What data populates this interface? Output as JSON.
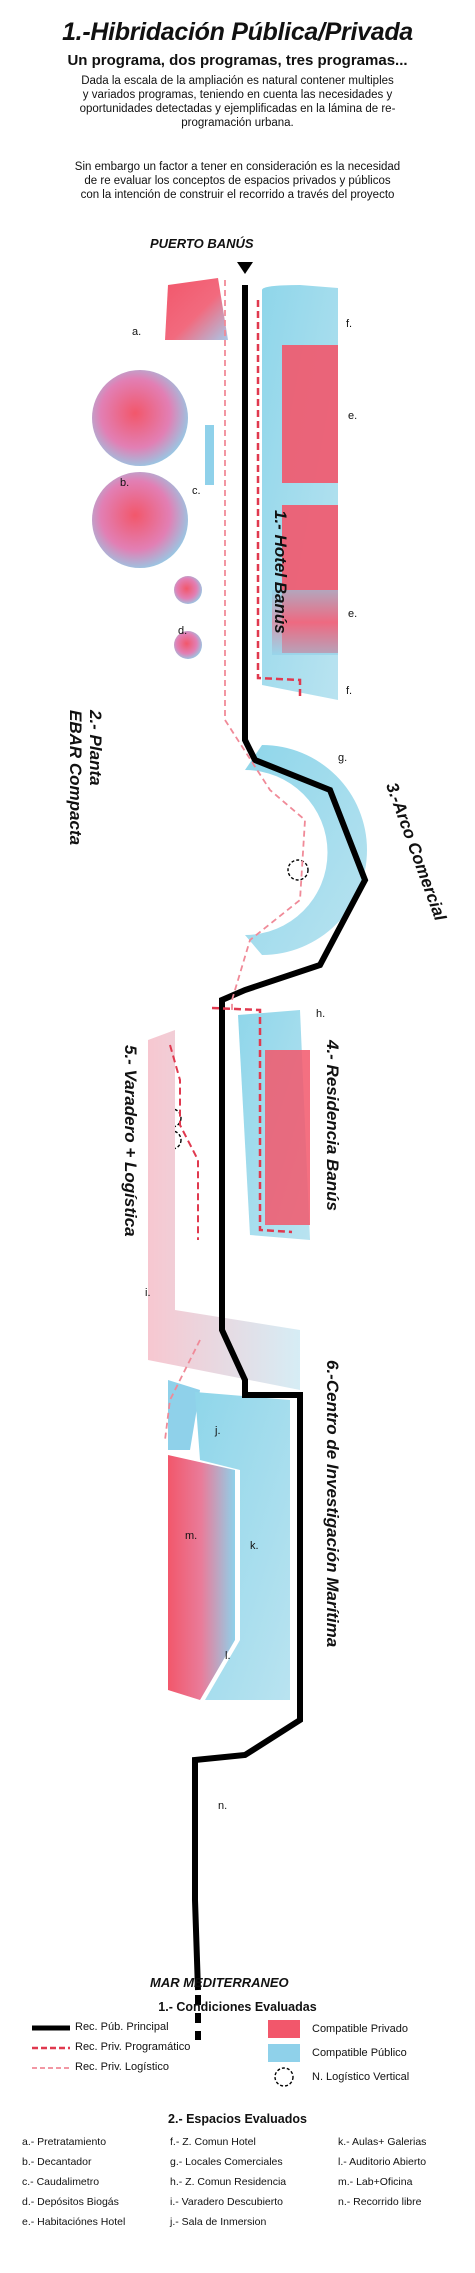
{
  "header": {
    "title": "1.-Hibridación Pública/Privada",
    "subtitle": "Un programa, dos programas, tres programas...",
    "paragraph1": [
      "Dada la escala de la ampliación es natural contener multiples",
      "y variados programas, teniendo en cuenta las necesidades y",
      "oportunidades detectadas y ejemplificadas en la lámina de re-",
      "programación urbana."
    ],
    "paragraph2": [
      "Sin embargo un factor a tener en consideración es la necesidad",
      "de re evaluar los conceptos de espacios privados y públicos",
      "con la intención de construir el recorrido a través del proyecto"
    ]
  },
  "map": {
    "start_label": "PUERTO BANÚS",
    "end_label": "MAR MEDITERRANEO",
    "zone_titles": {
      "hotel": "1.- Hotel Banús",
      "ebar": [
        "2.- Planta",
        "EBAR Compacta"
      ],
      "arco": "3.-Arco Comercial",
      "residencia": "4.- Residencia Banús",
      "varadero": "5.- Varadero + Logística",
      "centro": "6.-Centro de Investigación Marítima"
    },
    "letters": {
      "a": "a.",
      "b": "b.",
      "c": "c.",
      "d": "d.",
      "e1": "e.",
      "e2": "e.",
      "f1": "f.",
      "f2": "f.",
      "g": "g.",
      "h": "h.",
      "i": "i.",
      "j": "j.",
      "k": "k.",
      "l": "l.",
      "m": "m.",
      "n": "n."
    }
  },
  "legend": {
    "heading": "1.- Condiciones Evaluadas",
    "lines": [
      "Rec. Púb. Principal",
      "Rec. Priv. Programático",
      "Rec. Priv. Logístico"
    ],
    "swatches": [
      "Compatible Privado",
      "Compatible Público",
      "N. Logístico Vertical"
    ]
  },
  "spaces": {
    "heading": "2.- Espacios Evaluados",
    "columns": [
      [
        "a.- Pretratamiento",
        "b.- Decantador",
        "c.- Caudalimetro",
        "d.- Depósitos Biogás",
        "e.- Habitaciónes Hotel"
      ],
      [
        "f.- Z. Comun Hotel",
        "g.- Locales Comerciales",
        "h.- Z. Comun Residencia",
        "i.- Varadero Descubierto",
        "j.- Sala de Inmersion"
      ],
      [
        "k.- Aulas+ Galerias",
        "l.- Auditorio Abierto",
        "m.- Lab+Oficina",
        "n.- Recorrido libre"
      ]
    ]
  },
  "colors": {
    "private": "#f2576b",
    "public": "#7fd0e6",
    "path_main": "#000000",
    "path_program": "#e0394f",
    "path_logistic": "#f08a98"
  }
}
